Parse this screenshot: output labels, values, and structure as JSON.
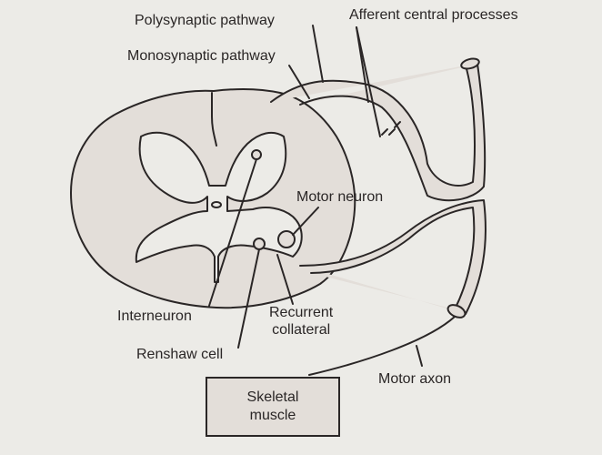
{
  "labels": {
    "polysynaptic_pathway": "Polysynaptic pathway",
    "afferent_central_processes": "Afferent central processes",
    "monosynaptic_pathway": "Monosynaptic pathway",
    "motor_neuron": "Motor neuron",
    "interneuron": "Interneuron",
    "recurrent_line1": "Recurrent",
    "recurrent_line2": "collateral",
    "renshaw_cell": "Renshaw cell",
    "motor_axon": "Motor axon",
    "muscle_line1": "Skeletal",
    "muscle_line2": "muscle"
  },
  "colors": {
    "background": "#ecebe7",
    "tissue_fill": "#e3ded9",
    "ink": "#2a2626"
  }
}
